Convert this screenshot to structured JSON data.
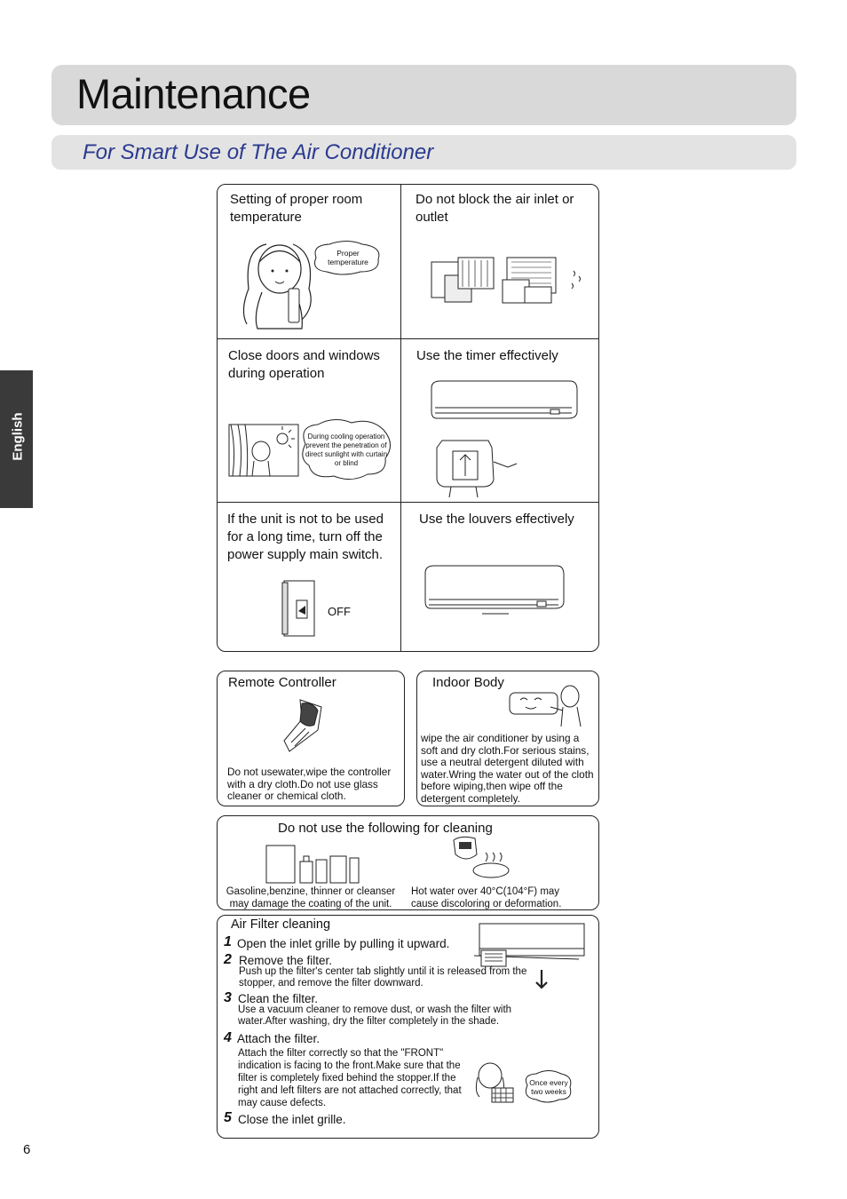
{
  "header": {
    "title": "Maintenance",
    "subtitle": "For Smart Use of The Air Conditioner"
  },
  "side_tab": {
    "label": "English"
  },
  "page_number": "6",
  "tips": {
    "room_temp": {
      "label": "Setting of proper room temperature",
      "bubble": "Proper temperature"
    },
    "air_inlet": {
      "label": "Do not block the air inlet or outlet"
    },
    "doors": {
      "label": "Close doors and windows during operation",
      "bubble": "During cooling operation prevent the penetration of direct sunlight with curtain or blind"
    },
    "timer": {
      "label": "Use the timer effectively"
    },
    "power": {
      "label": "If the unit is not to be used for a long time, turn off the power supply main switch.",
      "switch_label": "OFF"
    },
    "louvers": {
      "label": "Use the louvers effectively"
    }
  },
  "cleaning": {
    "remote": {
      "title": "Remote Controller",
      "text": "Do not usewater,wipe the controller with a dry cloth.Do not use glass cleaner or chemical cloth."
    },
    "indoor": {
      "title": "Indoor Body",
      "text": "wipe the air conditioner by using a soft and dry cloth.For serious stains, use a neutral detergent diluted with water.Wring the water out of the cloth before wiping,then wipe off the detergent completely."
    },
    "do_not_use": {
      "title": "Do not use the following for cleaning",
      "left_text": "Gasoline,benzine, thinner or cleanser may damage the coating of the unit.",
      "right_text": "Hot water over 40°C(104°F) may cause discoloring or deformation."
    }
  },
  "air_filter": {
    "title": "Air Filter cleaning",
    "bubble": "Once every two weeks",
    "steps": [
      {
        "num": "1",
        "head": "Open the inlet grille by pulling it upward.",
        "body": ""
      },
      {
        "num": "2",
        "head": "Remove the filter.",
        "body": "Push up the filter's center tab slightly until it is released from the stopper, and remove the filter downward."
      },
      {
        "num": "3",
        "head": "Clean the filter.",
        "body": "Use a vacuum cleaner to remove dust, or wash the filter with water.After washing, dry the filter completely in the shade."
      },
      {
        "num": "4",
        "head": "Attach the filter.",
        "body": "Attach the filter correctly so that the \"FRONT\" indication is facing to the front.Make sure that the filter is completely fixed behind the stopper.If the right and left filters are not attached correctly, that may cause defects."
      },
      {
        "num": "5",
        "head": "Close the inlet grille.",
        "body": ""
      }
    ]
  }
}
